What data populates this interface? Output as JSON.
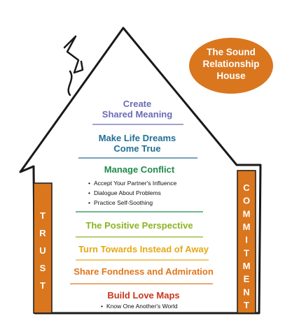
{
  "badge": {
    "line1": "The Sound",
    "line2": "Relationship",
    "line3": "House",
    "color": "#d9761e"
  },
  "pillars": {
    "left": {
      "letters": [
        "T",
        "R",
        "U",
        "S",
        "T"
      ],
      "color": "#d9761e"
    },
    "right": {
      "letters": [
        "C",
        "O",
        "M",
        "M",
        "I",
        "T",
        "M",
        "E",
        "N",
        "T"
      ],
      "color": "#d9761e"
    }
  },
  "levels": [
    {
      "title_lines": [
        "Create",
        "Shared Meaning"
      ],
      "color": "#6b6bb6",
      "bullets": []
    },
    {
      "title_lines": [
        "Make Life Dreams",
        "Come True"
      ],
      "color": "#1f6f95",
      "bullets": []
    },
    {
      "title_lines": [
        "Manage Conflict"
      ],
      "color": "#1f8a4e",
      "bullets": [
        "Accept Your Partner's Influence",
        "Dialogue About Problems",
        "Practice Self-Soothing"
      ]
    },
    {
      "title_lines": [
        "The Positive Perspective"
      ],
      "color": "#8bb321",
      "bullets": []
    },
    {
      "title_lines": [
        "Turn Towards Instead of Away"
      ],
      "color": "#e5a815",
      "bullets": []
    },
    {
      "title_lines": [
        "Share Fondness and Admiration"
      ],
      "color": "#e0761c",
      "bullets": []
    },
    {
      "title_lines": [
        "Build Love Maps"
      ],
      "color": "#c8361d",
      "bullets": [
        "Know One Another's World"
      ]
    }
  ]
}
